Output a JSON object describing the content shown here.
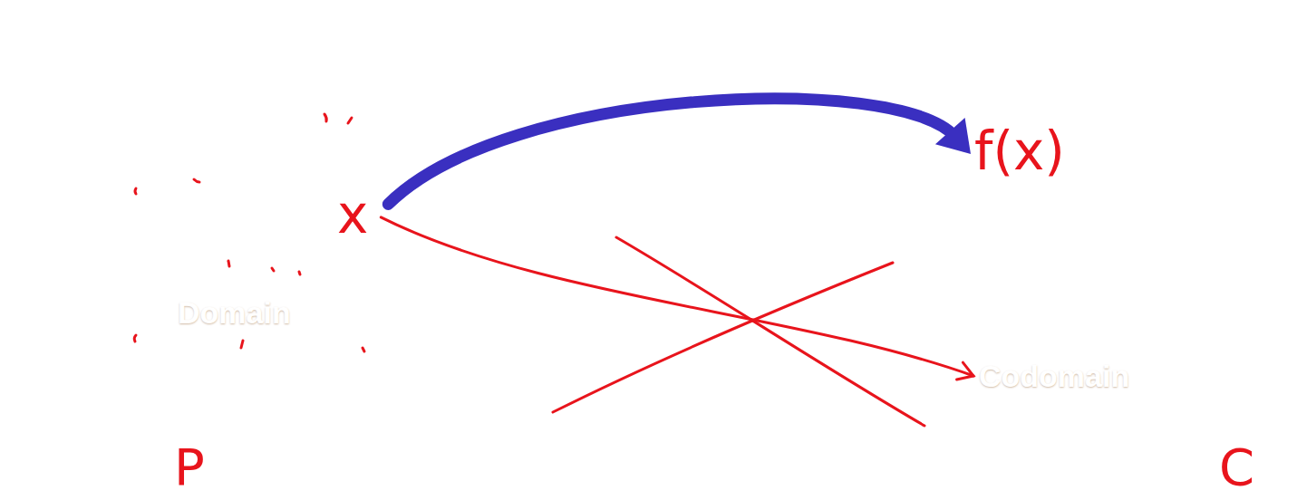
{
  "diagram": {
    "nodes": [
      {
        "text": [
          "x",
          "Domain",
          "P"
        ]
      },
      {
        "text": [
          "f(x)",
          "Codomain",
          "C"
        ]
      }
    ],
    "edges": [
      {
        "from": 0,
        "to": 1,
        "arrow": "to"
      },
      {
        "from": 0,
        "to": 1,
        "arrow": "to"
      }
    ]
  }
}
